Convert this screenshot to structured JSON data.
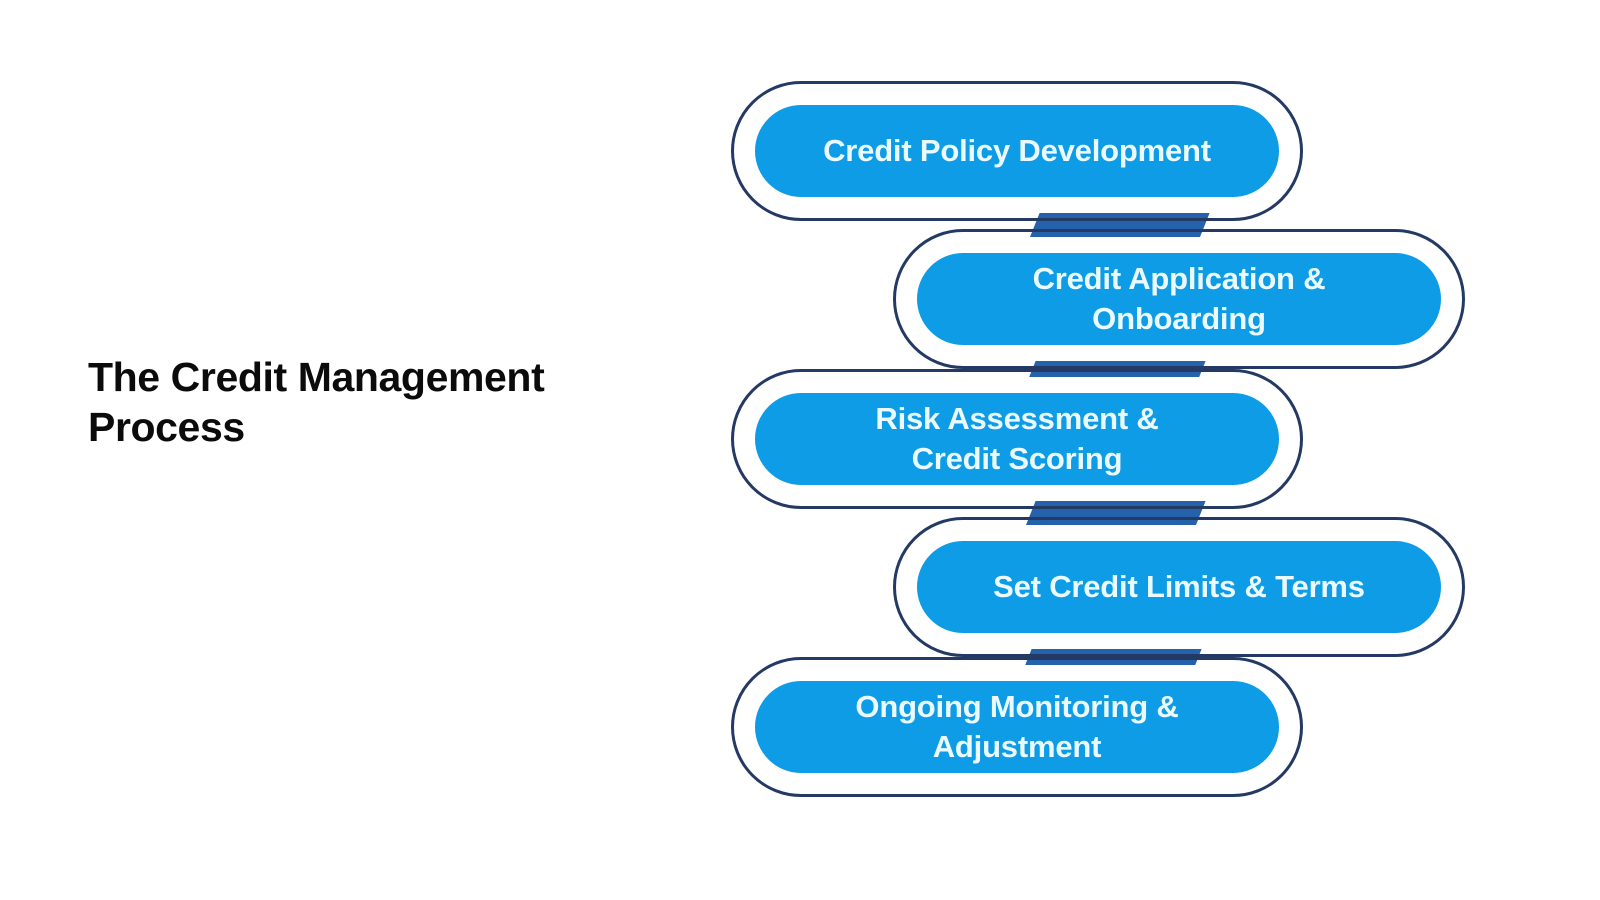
{
  "title": {
    "line1": "The Credit Management",
    "line2": "Process",
    "full": "The Credit Management Process",
    "color": "#0b0b0b"
  },
  "colors": {
    "background": "#ffffff",
    "pill_fill": "#0d9ce5",
    "pill_text": "#eafaff",
    "connector": "#2462ac",
    "ring_stroke": "#243a64",
    "title_text": "#0b0b0b"
  },
  "chart_data": {
    "type": "diagram",
    "subtype": "vertical-zigzag-process-flow",
    "title": "The Credit Management Process",
    "step_count": 5,
    "orientation": "vertical",
    "alignment_pattern": [
      "left",
      "right",
      "left",
      "right",
      "left"
    ],
    "connector_style": "slanted parallelogram",
    "steps": [
      {
        "index": 1,
        "label": "Credit Policy Development",
        "align": "left"
      },
      {
        "index": 2,
        "label": "Credit Application &\nOnboarding",
        "align": "right"
      },
      {
        "index": 3,
        "label": "Risk Assessment &\nCredit Scoring",
        "align": "left"
      },
      {
        "index": 4,
        "label": "Set Credit Limits & Terms",
        "align": "right"
      },
      {
        "index": 5,
        "label": "Ongoing Monitoring &\nAdjustment",
        "align": "left"
      }
    ]
  },
  "steps": [
    {
      "label": "Credit Policy Development"
    },
    {
      "label": "Credit Application &\nOnboarding"
    },
    {
      "label": "Risk Assessment &\nCredit Scoring"
    },
    {
      "label": "Set Credit Limits & Terms"
    },
    {
      "label": "Ongoing Monitoring &\nAdjustment"
    }
  ]
}
